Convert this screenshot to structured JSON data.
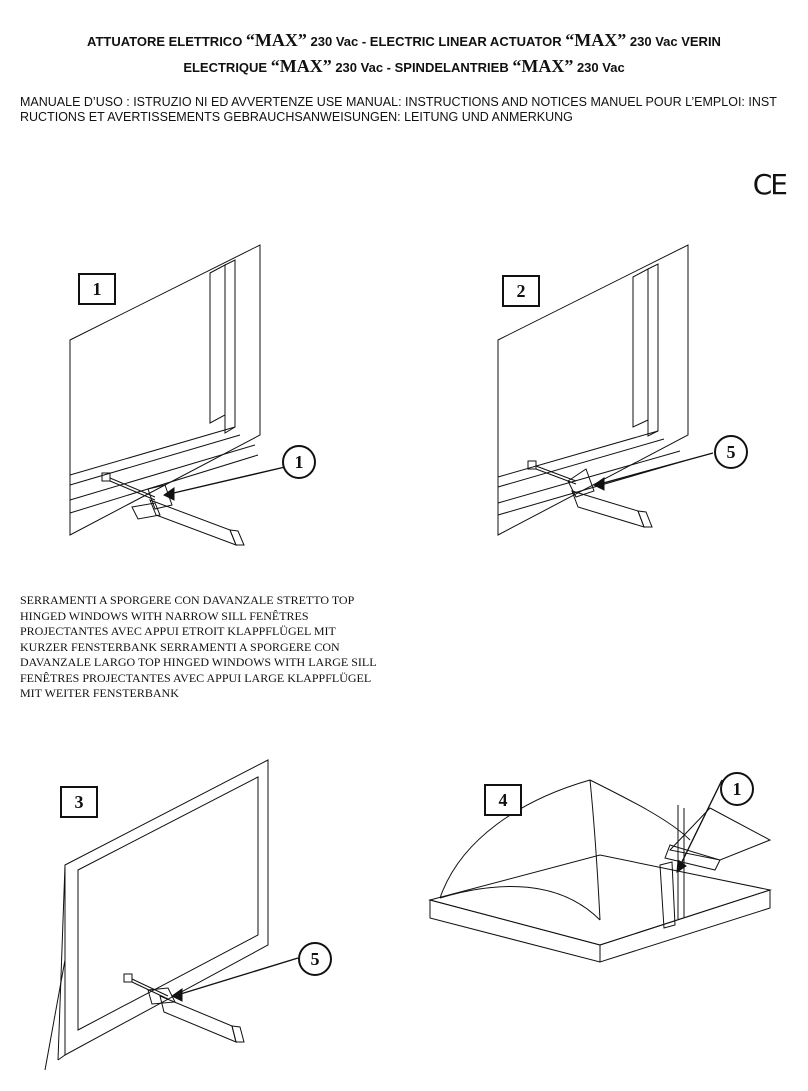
{
  "header": {
    "t1": "ATTUATORE ELETTRICO ",
    "max1": "“MAX”",
    "t2": " 230 Vac - ELECTRIC LINEAR ACTUATOR ",
    "max2": "“MAX”",
    "t3": " 230 Vac VERIN",
    "t4": "ELECTRIQUE ",
    "max3": "“MAX”",
    "t5": " 230 Vac - SPINDELANTRIEB ",
    "max4": "“MAX”",
    "t6": " 230 Vac"
  },
  "manual_line": "MANUALE D’USO : ISTRUZIO NI ED AVVERTENZE USE MANUAL: INSTRUCTIONS AND NOTICES MANUEL POUR L’EMPLOI: INST RUCTIONS ET AVERTISSEMENTS GEBRAUCHSANWEISUNGEN: LEITUNG UND ANMERKUNG",
  "ce_mark": "CE",
  "figures": [
    {
      "number": "1",
      "callout": "1"
    },
    {
      "number": "2",
      "callout": "5"
    },
    {
      "number": "3",
      "callout": "5"
    },
    {
      "number": "4",
      "callout": "1"
    }
  ],
  "caption": "SERRAMENTI A SPORGERE CON DAVANZALE STRETTO TOP HINGED WINDOWS WITH NARROW SILL FENÊTRES PROJECTANTES AVEC APPUI ETROIT KLAPPFLÜGEL MIT KURZER FENSTERBANK SERRAMENTI A SPORGERE CON DAVANZALE LARGO TOP HINGED WINDOWS WITH LARGE SILL FENÊTRES PROJECTANTES AVEC APPUI LARGE KLAPPFLÜGEL MIT WEITER FENSTERBANK"
}
